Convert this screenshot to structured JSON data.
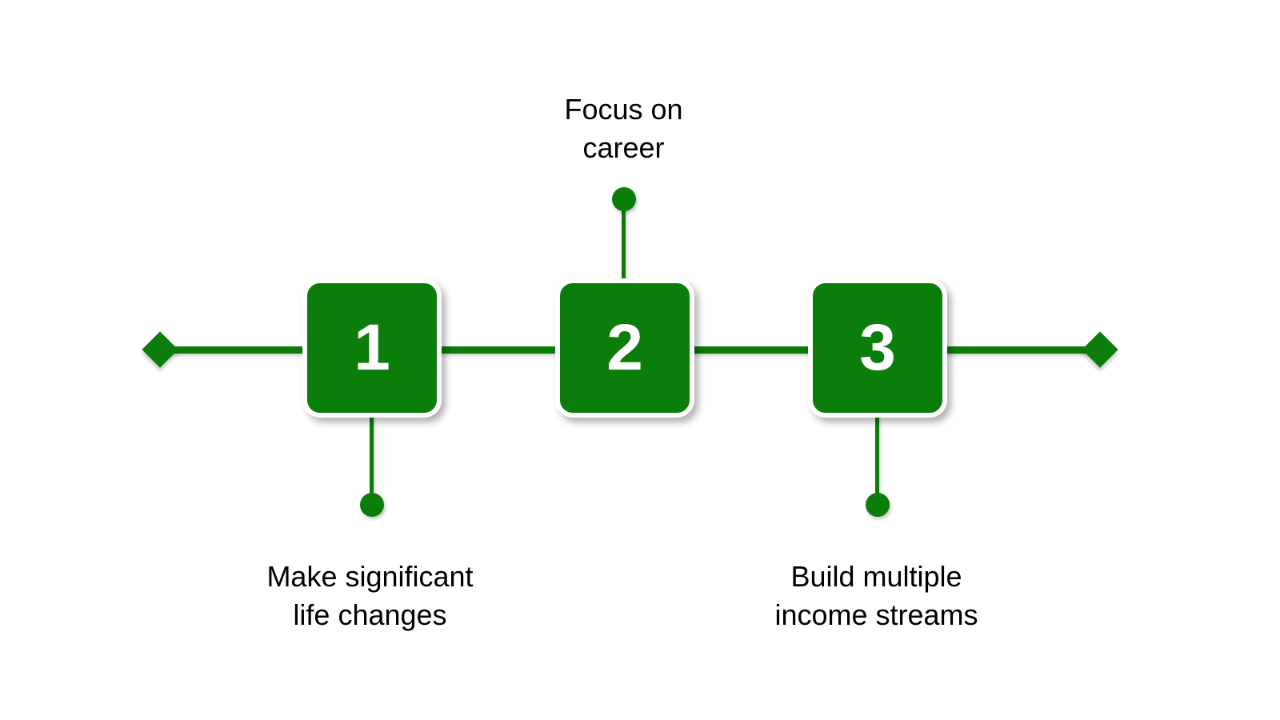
{
  "diagram": {
    "type": "horizontal-timeline",
    "title": "",
    "accent_color": "#0a7d0a",
    "text_color": "#000000",
    "background_color": "#ffffff",
    "node_text_color": "#ffffff",
    "endcap_shape": "diamond",
    "steps": [
      {
        "number": "1",
        "label": "Make significant\nlife changes",
        "label_position": "below"
      },
      {
        "number": "2",
        "label": "Focus on\ncareer",
        "label_position": "above"
      },
      {
        "number": "3",
        "label": "Build multiple\nincome streams",
        "label_position": "below"
      }
    ]
  }
}
